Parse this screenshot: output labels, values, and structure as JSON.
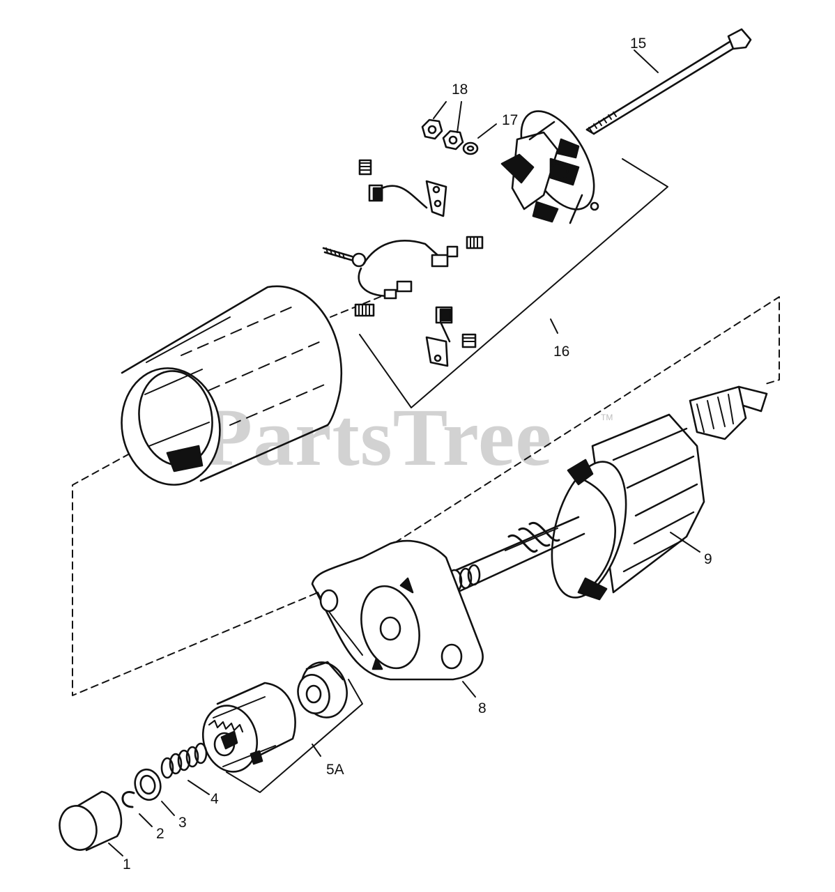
{
  "watermark": {
    "text": "PartsTree",
    "tm": "TM"
  },
  "callouts": {
    "1": "1",
    "2": "2",
    "3": "3",
    "4": "4",
    "5A": "5A",
    "8": "8",
    "9": "9",
    "15": "15",
    "16": "16",
    "17": "17",
    "18": "18"
  }
}
